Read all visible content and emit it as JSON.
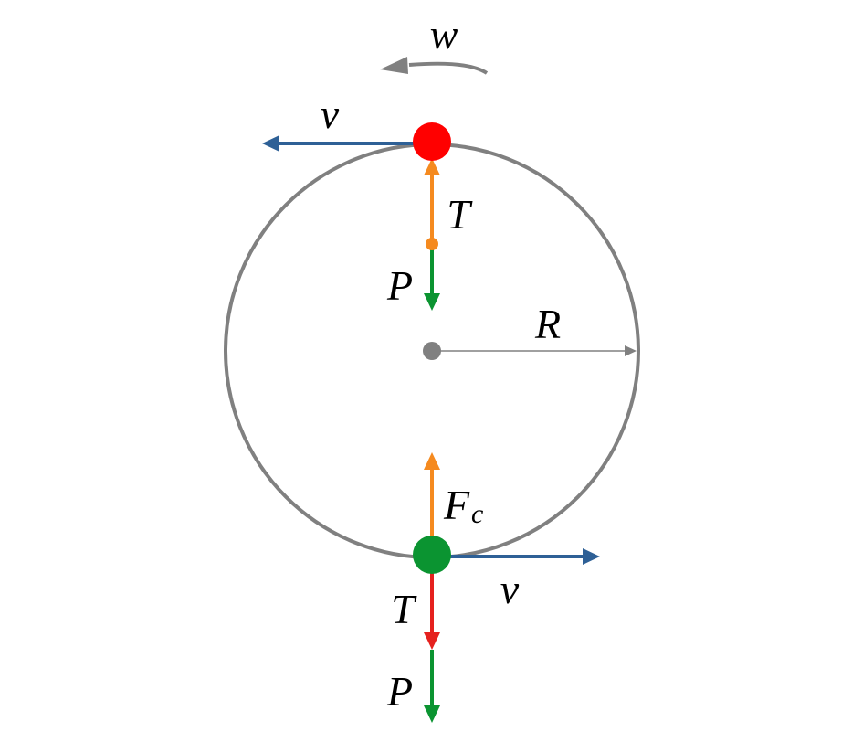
{
  "labels": {
    "omega": "w",
    "v_top": "v",
    "tension_top": "T",
    "weight_top": "P",
    "radius": "R",
    "force_centripetal": "F",
    "force_centripetal_sub": "c",
    "tension_bottom": "T",
    "v_bottom": "v",
    "weight_bottom": "P"
  },
  "colors": {
    "circle": "#808080",
    "velocity": "#2e6096",
    "tension_top": "#f58a1f",
    "weight": "#0b9431",
    "centripetal": "#f58a1f",
    "tension_bottom": "#e5211e",
    "ball_top": "#ff0000",
    "ball_bottom": "#0b9431",
    "center": "#808080",
    "radius_line": "#808080"
  }
}
